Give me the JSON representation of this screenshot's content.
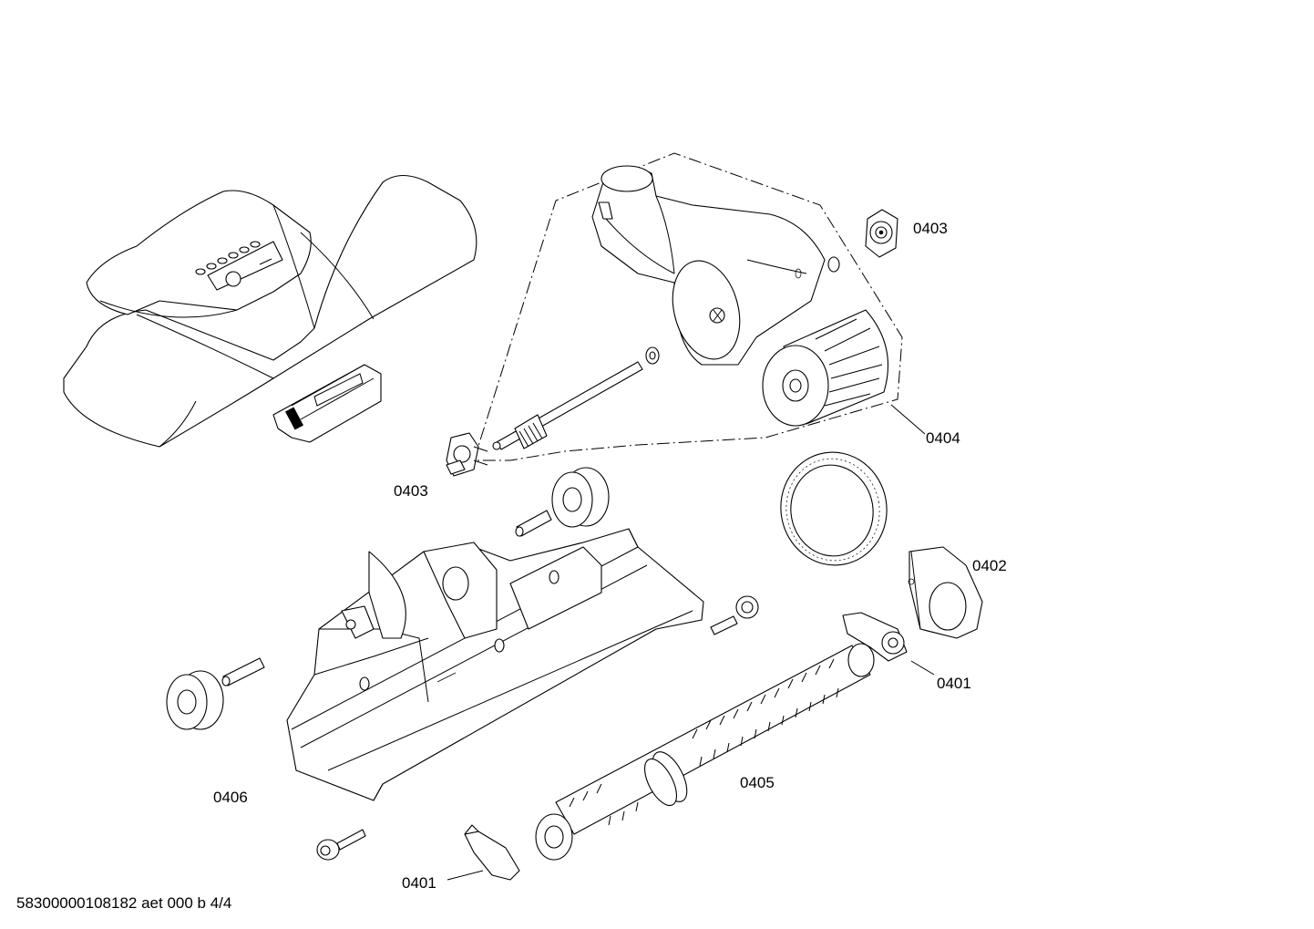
{
  "callouts": {
    "c0403_top": "0403",
    "c0403_left": "0403",
    "c0404": "0404",
    "c0402": "0402",
    "c0401_right": "0401",
    "c0405": "0405",
    "c0406": "0406",
    "c0401_bottom": "0401"
  },
  "footer": {
    "code": "58300000108182 aet 000 b 4/4"
  }
}
